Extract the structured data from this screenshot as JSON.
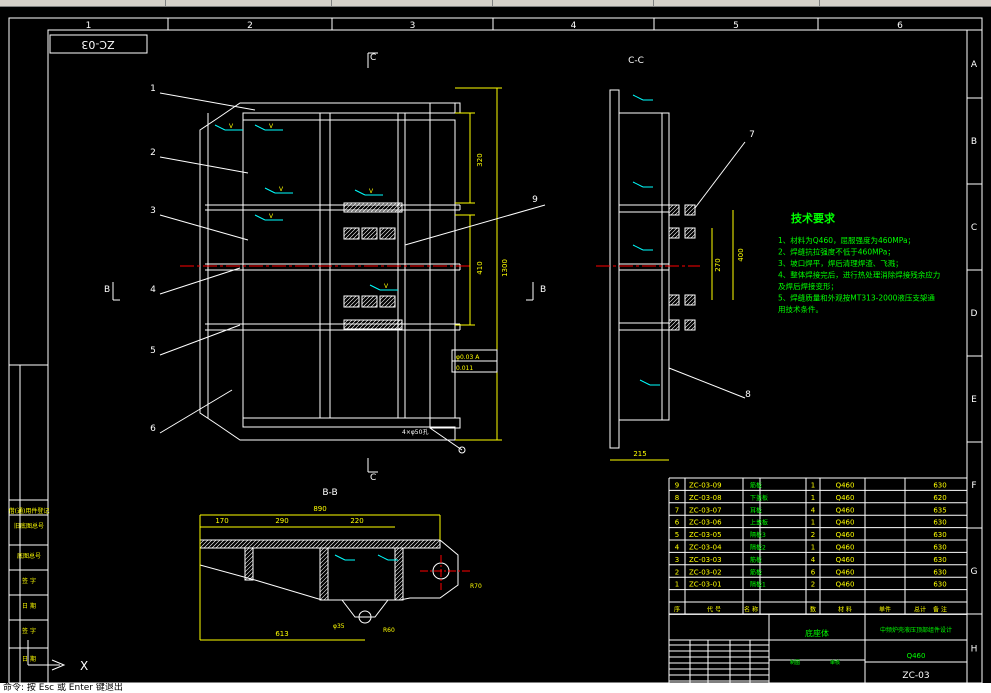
{
  "drawing": {
    "code": "ZC-03",
    "code_rotated": "ZC-03",
    "columns": [
      "1",
      "2",
      "3",
      "4",
      "5",
      "6"
    ],
    "rows": [
      "A",
      "B",
      "C",
      "D",
      "E",
      "F",
      "G",
      "H"
    ],
    "section_marks": {
      "c": "C",
      "cc_title": "C-C",
      "b": "B",
      "bb_title": "B-B"
    },
    "callouts": [
      "1",
      "2",
      "3",
      "4",
      "5",
      "6",
      "7",
      "8",
      "9"
    ],
    "dims_front": {
      "d1": "320",
      "d2": "410",
      "d3": "1300",
      "holes": "4×φ50孔"
    },
    "tolerances": {
      "t1": "φ0.03 A",
      "t2": "0.011"
    },
    "dims_side": {
      "w": "215",
      "d1": "270",
      "d2": "400"
    },
    "dims_bb": {
      "total": "890",
      "d1": "170",
      "d2": "290",
      "d3": "220",
      "d4": "613",
      "r1": "R70",
      "r2": "φ35",
      "r3": "R60"
    },
    "tech": {
      "title": "技术要求",
      "lines": [
        "1、材料为Q460，屈服强度为460MPa；",
        "2、焊缝抗拉强度不低于460MPa；",
        "3、坡口焊平，焊后清理焊渣、飞溅；",
        "4、整体焊接完后，进行热处理消除焊接残余应力",
        "   及焊后焊接变形；",
        "5、焊缝质量和外观按MT313-2000液压支架通",
        "   用技术条件。"
      ]
    },
    "bom": [
      {
        "no": "9",
        "code": "ZC-03-09",
        "name": "筋板",
        "qty": "1",
        "mat": "Q460",
        "dim": "630"
      },
      {
        "no": "8",
        "code": "ZC-03-08",
        "name": "下盖板",
        "qty": "1",
        "mat": "Q460",
        "dim": "620"
      },
      {
        "no": "7",
        "code": "ZC-03-07",
        "name": "耳板",
        "qty": "4",
        "mat": "Q460",
        "dim": "635"
      },
      {
        "no": "6",
        "code": "ZC-03-06",
        "name": "上盖板",
        "qty": "1",
        "mat": "Q460",
        "dim": "630"
      },
      {
        "no": "5",
        "code": "ZC-03-05",
        "name": "隔板3",
        "qty": "2",
        "mat": "Q460",
        "dim": "630"
      },
      {
        "no": "4",
        "code": "ZC-03-04",
        "name": "隔板2",
        "qty": "1",
        "mat": "Q460",
        "dim": "630"
      },
      {
        "no": "3",
        "code": "ZC-03-03",
        "name": "筋板",
        "qty": "4",
        "mat": "Q460",
        "dim": "630"
      },
      {
        "no": "2",
        "code": "ZC-03-02",
        "name": "筋板",
        "qty": "6",
        "mat": "Q460",
        "dim": "630"
      },
      {
        "no": "1",
        "code": "ZC-03-01",
        "name": "隔板1",
        "qty": "2",
        "mat": "Q460",
        "dim": "630"
      }
    ],
    "bom_header": [
      "序",
      "代 号",
      "名 称",
      "数",
      "材 料",
      "单件",
      "总计",
      "备 注"
    ],
    "title_block": {
      "part": "底座体",
      "project": "中频炉壳液压顶部组件设计",
      "code": "ZC-03",
      "material": "Q460"
    },
    "left_strip": [
      "借(通)用件登记",
      "旧底图总号",
      "底图总号",
      "签 字",
      "日 期",
      "签 字",
      "日 期"
    ]
  },
  "colors": {
    "line": "#ffffff",
    "green": "#00ff00",
    "yellow": "#ffff00",
    "cyan": "#00ffff",
    "red": "#ff0000",
    "magenta": "#ff00ff"
  },
  "status": {
    "command": "命令: 按 Esc 或 Enter 键退出"
  }
}
